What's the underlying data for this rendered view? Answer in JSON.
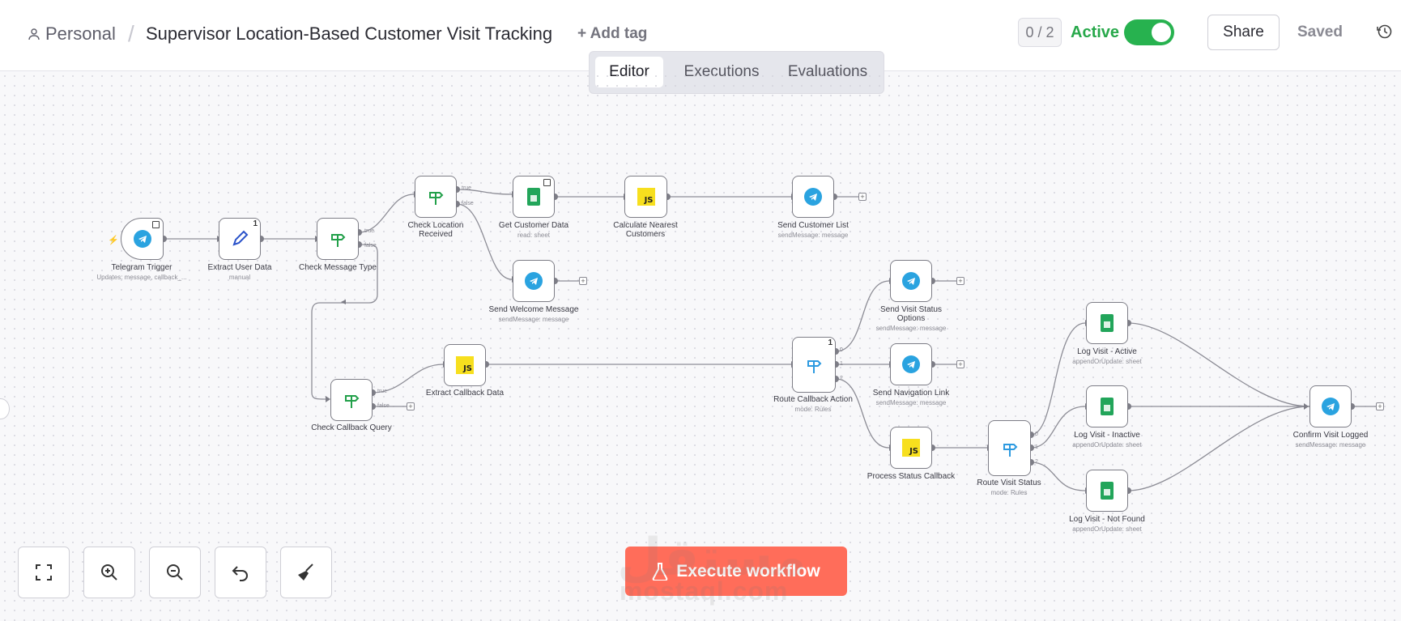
{
  "header": {
    "breadcrumb_project": "Personal",
    "breadcrumb_sep": "/",
    "workflow_title": "Supervisor Location-Based Customer Visit Tracking",
    "add_tag": "+ Add tag",
    "counter": "0 / 2",
    "active_label": "Active",
    "active": true,
    "share": "Share",
    "saved": "Saved"
  },
  "tabs": [
    {
      "label": "Editor",
      "selected": true
    },
    {
      "label": "Executions",
      "selected": false
    },
    {
      "label": "Evaluations",
      "selected": false
    }
  ],
  "nodes": [
    {
      "id": "telegram-trigger",
      "name": "Telegram Trigger",
      "sub": "Updates: message, callback_...",
      "icon": "telegram-icon"
    },
    {
      "id": "extract-user-data",
      "name": "Extract User Data",
      "sub": "manual",
      "icon": "pencil-icon",
      "badge": "1"
    },
    {
      "id": "check-message-type",
      "name": "Check Message Type",
      "sub": "",
      "icon": "if-icon"
    },
    {
      "id": "check-location-received",
      "name": "Check Location Received",
      "sub": "",
      "icon": "if-icon"
    },
    {
      "id": "get-customer-data",
      "name": "Get Customer Data",
      "sub": "read: sheet",
      "icon": "sheets-icon"
    },
    {
      "id": "calculate-nearest-customers",
      "name": "Calculate Nearest Customers",
      "sub": "",
      "icon": "js-icon"
    },
    {
      "id": "send-customer-list",
      "name": "Send Customer List",
      "sub": "sendMessage: message",
      "icon": "telegram-icon"
    },
    {
      "id": "send-welcome-message",
      "name": "Send Welcome Message",
      "sub": "sendMessage: message",
      "icon": "telegram-icon"
    },
    {
      "id": "check-callback-query",
      "name": "Check Callback Query",
      "sub": "",
      "icon": "if-icon"
    },
    {
      "id": "extract-callback-data",
      "name": "Extract Callback Data",
      "sub": "",
      "icon": "js-icon"
    },
    {
      "id": "route-callback-action",
      "name": "Route Callback Action",
      "sub": "mode: Rules",
      "icon": "switch-icon",
      "badge": "1"
    },
    {
      "id": "send-visit-status-options",
      "name": "Send Visit Status Options",
      "sub": "sendMessage: message",
      "icon": "telegram-icon"
    },
    {
      "id": "send-navigation-link",
      "name": "Send Navigation Link",
      "sub": "sendMessage: message",
      "icon": "telegram-icon"
    },
    {
      "id": "process-status-callback",
      "name": "Process Status Callback",
      "sub": "",
      "icon": "js-icon"
    },
    {
      "id": "route-visit-status",
      "name": "Route Visit Status",
      "sub": "mode: Rules",
      "icon": "switch-icon"
    },
    {
      "id": "log-visit-active",
      "name": "Log Visit - Active",
      "sub": "appendOrUpdate: sheet",
      "icon": "sheets-icon"
    },
    {
      "id": "log-visit-inactive",
      "name": "Log Visit - Inactive",
      "sub": "appendOrUpdate: sheet",
      "icon": "sheets-icon"
    },
    {
      "id": "log-visit-not-found",
      "name": "Log Visit - Not Found",
      "sub": "appendOrUpdate: sheet",
      "icon": "sheets-icon"
    },
    {
      "id": "confirm-visit-logged",
      "name": "Confirm Visit Logged",
      "sub": "sendMessage: message",
      "icon": "telegram-icon"
    }
  ],
  "edge_labels": {
    "true": "true",
    "false": "false",
    "o0": "0",
    "o1": "1",
    "o2": "2"
  },
  "execute_button": "Execute workflow",
  "watermark": {
    "arabic": "مستقل",
    "latin": "mostaql.com"
  },
  "colors": {
    "accent": "#ff6d5a",
    "active": "#27b24f",
    "telegram": "#2aa3e0",
    "sheets": "#22a55a",
    "js": "#f7df1e"
  }
}
